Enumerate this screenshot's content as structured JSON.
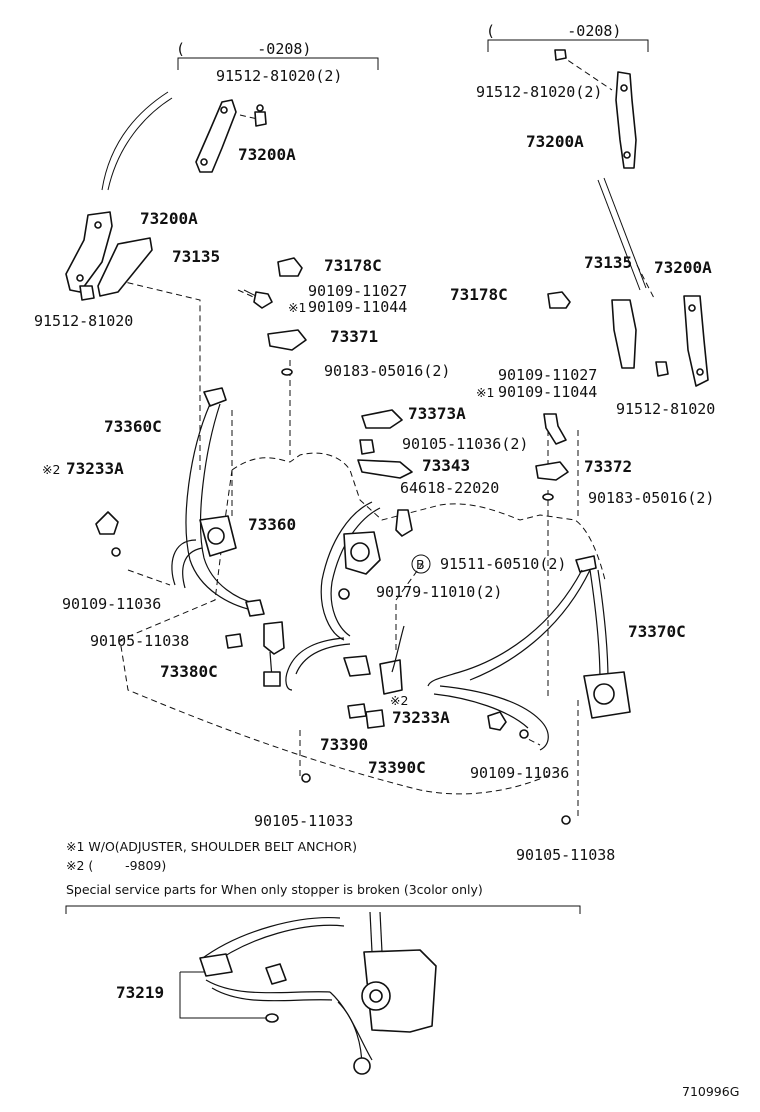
{
  "labels": {
    "bracket_left": "(        -0208)",
    "bracket_right": "(        -0208)",
    "p_91512_81020_2_top_left": "91512-81020(2)",
    "p_73200A_top_left": "73200A",
    "p_91512_81020_2_top_right": "91512-81020(2)",
    "p_73200A_top_right": "73200A",
    "p_73200A_left": "73200A",
    "p_73135_left": "73135",
    "p_91512_81020_left": "91512-81020",
    "p_73178C_center": "73178C",
    "p_90109_11027_center": "90109-11027",
    "p_90109_11044_center": "90109-11044",
    "p_73178C_right": "73178C",
    "p_73135_right": "73135",
    "p_73200A_right": "73200A",
    "p_73371": "73371",
    "p_90183_05016_2_center": "90183-05016(2)",
    "p_90109_11027_right": "90109-11027",
    "p_90109_11044_right": "90109-11044",
    "p_91512_81020_right": "91512-81020",
    "p_73360C": "73360C",
    "p_73373A": "73373A",
    "p_90105_11036_2": "90105-11036(2)",
    "p_73343": "73343",
    "p_73372": "73372",
    "p_73233A_left": "73233A",
    "p_64618_22020": "64618-22020",
    "p_90183_05016_2_right": "90183-05016(2)",
    "p_73360": "73360",
    "p_91511_60510": "91511-60510(2)",
    "b_marker": "B",
    "p_90179_11010": "90179-11010(2)",
    "p_90109_11036_left": "90109-11036",
    "p_73370C": "73370C",
    "p_90105_11038_left": "90105-11038",
    "p_73380C": "73380C",
    "p_73233A_center": "73233A",
    "p_73390": "73390",
    "p_73390C": "73390C",
    "p_90109_11036_right": "90109-11036",
    "p_90105_11033": "90105-11033",
    "p_90105_11038_right": "90105-11038",
    "p_73219": "73219",
    "mark_1": "※1",
    "mark_2": "※2",
    "note1": "※1 W/O(ADJUSTER, SHOULDER BELT ANCHOR)",
    "note2": "※2 (        -9809)",
    "special_note": "Special service parts for When only stopper is broken (3color only)",
    "diagram_id": "710996G"
  }
}
